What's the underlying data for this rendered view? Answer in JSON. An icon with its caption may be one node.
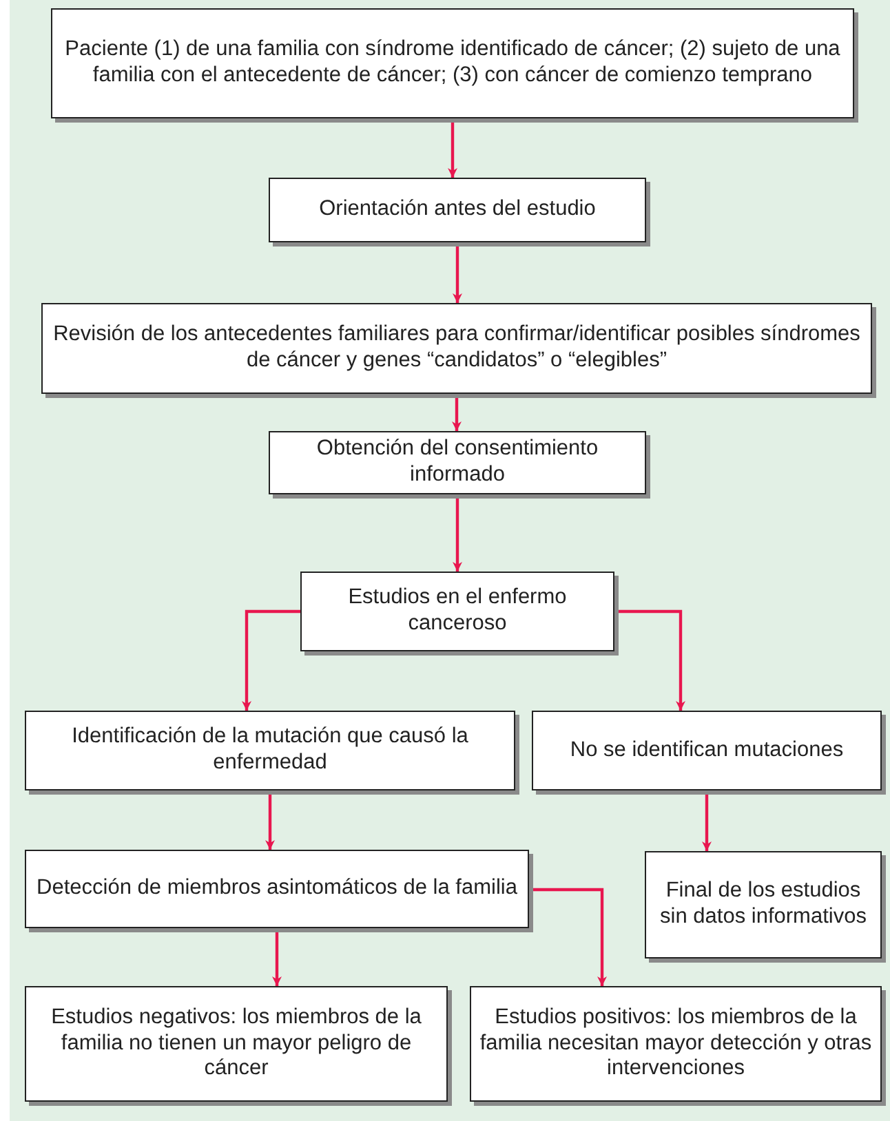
{
  "diagram": {
    "nodes": [
      {
        "text": [
          "Paciente (1) de una familia con síndrome identificado de cáncer; (2) sujeto de una familia con el antecedente de cáncer; (3) con cáncer de comienzo temprano"
        ]
      },
      {
        "text": [
          "Orientación antes del estudio"
        ]
      },
      {
        "text": [
          "Revisión de los antecedentes familiares para confirmar/identificar posibles síndromes de cáncer y genes “candidatos” o “elegibles”"
        ]
      },
      {
        "text": [
          "Obtención del consentimiento informado"
        ]
      },
      {
        "text": [
          "Estudios en el enfermo canceroso"
        ]
      },
      {
        "text": [
          "Identificación de la mutación que causó la enfermedad"
        ]
      },
      {
        "text": [
          "No se identifican mutaciones"
        ]
      },
      {
        "text": [
          "Detección de miembros asintomáticos de la familia"
        ]
      },
      {
        "text": [
          "Final de los estudios sin datos informativos"
        ]
      },
      {
        "text": [
          "Estudios negativos: los miembros de la familia no tienen un mayor peligro de cáncer"
        ]
      },
      {
        "text": [
          "Estudios positivos: los miembros de la familia necesitan mayor detección y otras intervenciones"
        ]
      }
    ],
    "edges": [
      {
        "from": 0,
        "to": 1,
        "arrow": "to"
      },
      {
        "from": 1,
        "to": 2,
        "arrow": "to"
      },
      {
        "from": 2,
        "to": 3,
        "arrow": "to"
      },
      {
        "from": 3,
        "to": 4,
        "arrow": "to"
      },
      {
        "from": 4,
        "to": 5,
        "arrow": "to"
      },
      {
        "from": 4,
        "to": 6,
        "arrow": "to"
      },
      {
        "from": 5,
        "to": 7,
        "arrow": "to"
      },
      {
        "from": 6,
        "to": 8,
        "arrow": "to"
      },
      {
        "from": 7,
        "to": 9,
        "arrow": "to"
      },
      {
        "from": 7,
        "to": 10,
        "arrow": "to"
      }
    ]
  }
}
